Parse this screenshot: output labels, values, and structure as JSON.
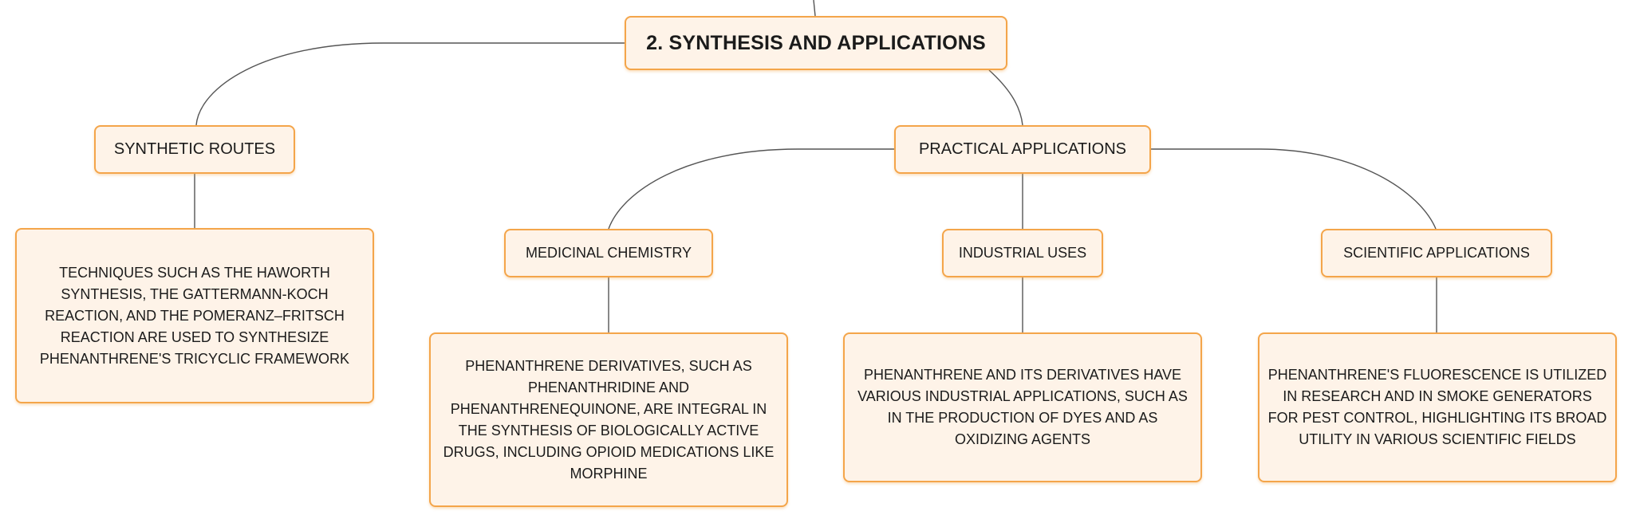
{
  "diagram": {
    "root": {
      "label": "2. SYNTHESIS AND APPLICATIONS"
    },
    "branches": {
      "synthetic_routes": {
        "label": "SYNTHETIC ROUTES",
        "description": "TECHNIQUES SUCH AS THE HAWORTH SYNTHESIS, THE GATTERMANN-KOCH REACTION, AND THE POMERANZ–FRITSCH REACTION ARE USED TO SYNTHESIZE PHENANTHRENE'S TRICYCLIC FRAMEWORK"
      },
      "practical_applications": {
        "label": "PRACTICAL APPLICATIONS",
        "children": {
          "medicinal_chemistry": {
            "label": "MEDICINAL CHEMISTRY",
            "description": "PHENANTHRENE DERIVATIVES, SUCH AS PHENANTHRIDINE AND PHENANTHRENEQUINONE, ARE INTEGRAL IN THE SYNTHESIS OF BIOLOGICALLY ACTIVE DRUGS, INCLUDING OPIOID MEDICATIONS LIKE MORPHINE"
          },
          "industrial_uses": {
            "label": "INDUSTRIAL USES",
            "description": "PHENANTHRENE AND ITS DERIVATIVES HAVE VARIOUS INDUSTRIAL APPLICATIONS, SUCH AS IN THE PRODUCTION OF DYES AND AS OXIDIZING AGENTS"
          },
          "scientific_applications": {
            "label": "SCIENTIFIC APPLICATIONS",
            "description": "PHENANTHRENE'S FLUORESCENCE IS UTILIZED IN RESEARCH AND IN SMOKE GENERATORS FOR PEST CONTROL, HIGHLIGHTING ITS BROAD UTILITY IN VARIOUS SCIENTIFIC FIELDS"
          }
        }
      }
    },
    "colors": {
      "node_border": "#f4a54a",
      "node_fill": "#fef3e8",
      "connector": "#555555",
      "text": "#1b1b1b"
    }
  }
}
